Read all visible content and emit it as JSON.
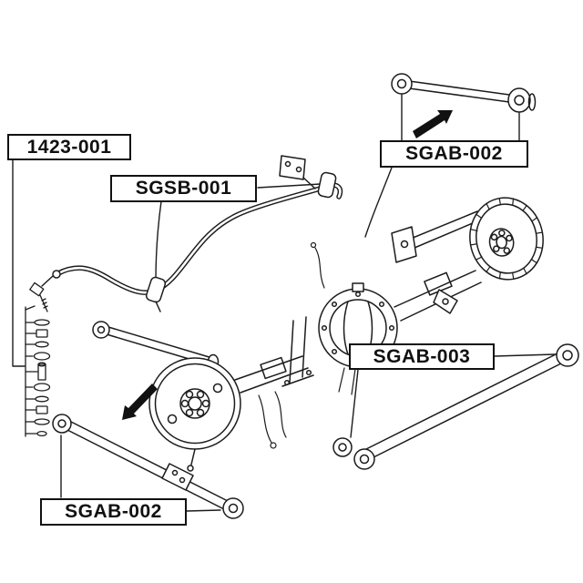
{
  "page": {
    "background_color": "#ffffff",
    "line_color": "#1c1c1c",
    "label_border_color": "#111111"
  },
  "labels": [
    {
      "id": "part-1423-001",
      "text": "1423-001"
    },
    {
      "id": "part-sgsb-001",
      "text": "SGSB-001"
    },
    {
      "id": "part-sgab-002-upper",
      "text": "SGAB-002"
    },
    {
      "id": "part-sgab-003",
      "text": "SGAB-003"
    },
    {
      "id": "part-sgab-002-lower",
      "text": "SGAB-002"
    }
  ],
  "arrows": [
    {
      "name": "direction-arrow-upper"
    },
    {
      "name": "direction-arrow-lower"
    }
  ]
}
